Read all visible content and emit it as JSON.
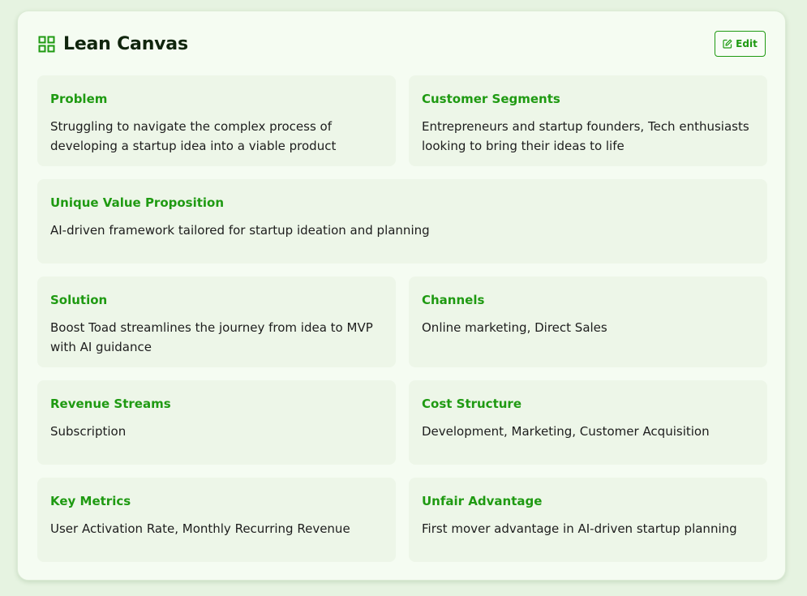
{
  "header": {
    "title": "Lean Canvas",
    "icon": "grid-icon",
    "edit_label": "Edit",
    "edit_icon": "edit-icon"
  },
  "colors": {
    "accent": "#1f9a12",
    "card_bg": "#f5fcf2",
    "section_bg": "#edf6e8",
    "page_bg": "#e6f3e1"
  },
  "sections": {
    "problem": {
      "title": "Problem",
      "body": "Struggling to navigate the complex process of developing a startup idea into a viable product"
    },
    "customer_segments": {
      "title": "Customer Segments",
      "body": "Entrepreneurs and startup founders, Tech enthusiasts looking to bring their ideas to life"
    },
    "unique_value_proposition": {
      "title": "Unique Value Proposition",
      "body": "AI-driven framework tailored for startup ideation and planning"
    },
    "solution": {
      "title": "Solution",
      "body": "Boost Toad streamlines the journey from idea to MVP with AI guidance"
    },
    "channels": {
      "title": "Channels",
      "body": "Online marketing, Direct Sales"
    },
    "revenue_streams": {
      "title": "Revenue Streams",
      "body": "Subscription"
    },
    "cost_structure": {
      "title": "Cost Structure",
      "body": "Development, Marketing, Customer Acquisition"
    },
    "key_metrics": {
      "title": "Key Metrics",
      "body": "User Activation Rate, Monthly Recurring Revenue"
    },
    "unfair_advantage": {
      "title": "Unfair Advantage",
      "body": "First mover advantage in AI-driven startup planning"
    }
  }
}
